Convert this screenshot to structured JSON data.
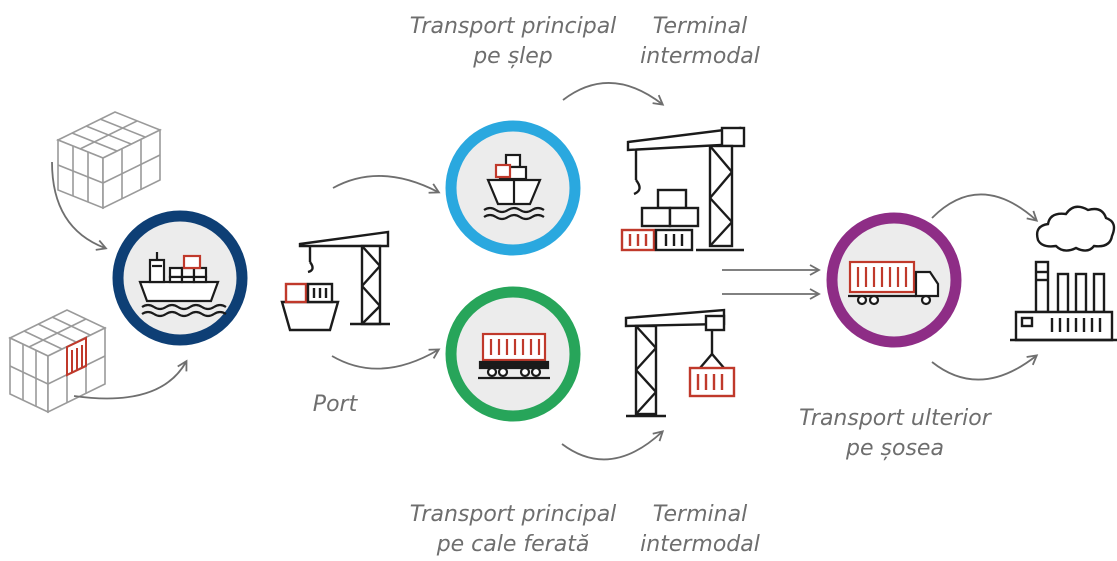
{
  "labels": {
    "barge_transport": [
      "Transport principal",
      "pe șlep"
    ],
    "terminal_top": [
      "Terminal",
      "intermodal"
    ],
    "port": "Port",
    "road_transport": [
      "Transport ulterior",
      "pe șosea"
    ],
    "rail_transport": [
      "Transport principal",
      "pe cale ferată"
    ],
    "terminal_bottom": [
      "Terminal",
      "intermodal"
    ]
  },
  "colors": {
    "sea_ship_ring": "#0e3f75",
    "barge_ring": "#2aa8df",
    "rail_ring": "#27a55a",
    "road_ring": "#8e2d86",
    "icon": "#1b1b1b",
    "container_accent": "#c0392b",
    "arrow": "#6f6f6f",
    "label_text": "#6e6e6e",
    "circle_fill": "#ececec"
  },
  "icons": {
    "cargo_stack_top": "container-stack-icon",
    "cargo_stack_bottom": "container-stack-icon",
    "sea_ship": "container-ship-icon",
    "port": "port-crane-ship-icon",
    "barge": "barge-icon",
    "rail": "rail-wagon-icon",
    "terminal_top": "terminal-crane-containers-icon",
    "terminal_bottom": "terminal-crane-container-icon",
    "road": "truck-icon",
    "factory": "factory-icon"
  }
}
